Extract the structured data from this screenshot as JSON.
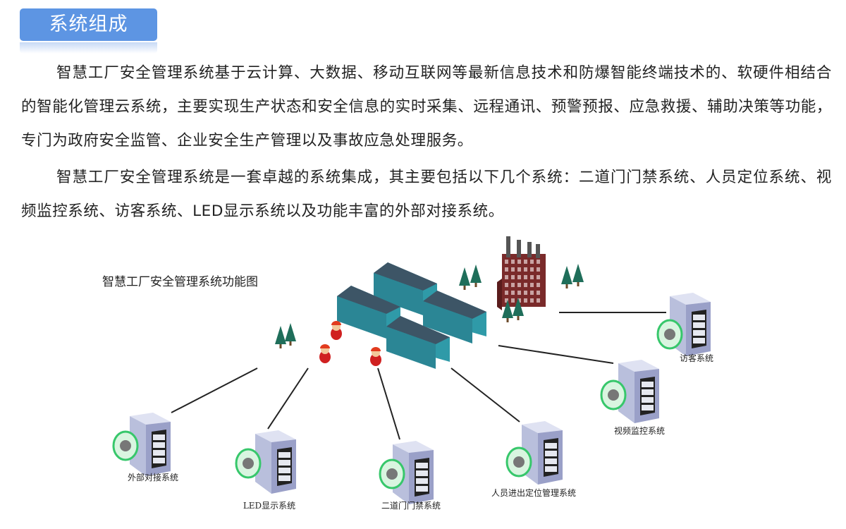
{
  "header": {
    "title": "系统组成"
  },
  "paragraphs": [
    "智慧工厂安全管理系统基于云计算、大数据、移动互联网等最新信息技术和防爆智能终端技术的、软硬件相结合的智能化管理云系统，主要实现生产状态和安全信息的实时采集、远程通讯、预警预报、应急救援、辅助决策等功能，专门为政府安全监管、企业安全生产管理以及事故应急处理服务。",
    "智慧工厂安全管理系统是一套卓越的系统集成，其主要包括以下几个系统：二道门门禁系统、人员定位系统、视频监控系统、访客系统、LED显示系统以及功能丰富的外部对接系统。"
  ],
  "diagram": {
    "title": "智慧工厂安全管理系统功能图",
    "nodes": [
      {
        "label": "外部对接系统",
        "icon": "database-icon"
      },
      {
        "label": "LED显示系统",
        "icon": "led-display-icon"
      },
      {
        "label": "二道门门禁系统",
        "icon": "access-gate-icon"
      },
      {
        "label": "人员进出定位管理系统",
        "icon": "location-pin-icon"
      },
      {
        "label": "视频监控系统",
        "icon": "camera-icon"
      },
      {
        "label": "访客系统",
        "icon": "speaker-icon"
      }
    ],
    "colors": {
      "badge": "#5d95e3",
      "warehouse": "#2f9aa8",
      "factory": "#7a2a2a",
      "server": "#b9bfdc",
      "icon_ring": "#37c76b"
    }
  }
}
